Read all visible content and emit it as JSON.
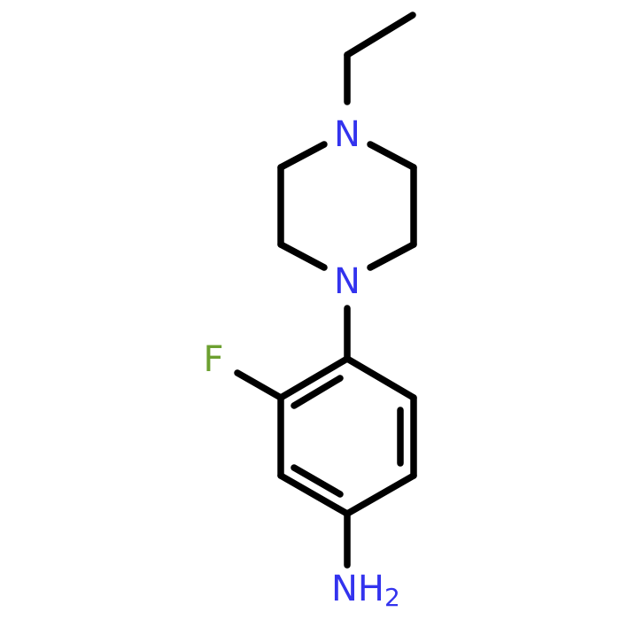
{
  "molecule": {
    "colors": {
      "bond": "#000000",
      "nitrogen": "#3333ee",
      "fluorine": "#6ca030",
      "background": "#ffffff"
    },
    "atoms": {
      "n_top": {
        "symbol": "N"
      },
      "n_bottom": {
        "symbol": "N"
      },
      "fluorine": {
        "symbol": "F"
      },
      "amine": {
        "symbol": "NH",
        "subscript": "2"
      }
    }
  }
}
